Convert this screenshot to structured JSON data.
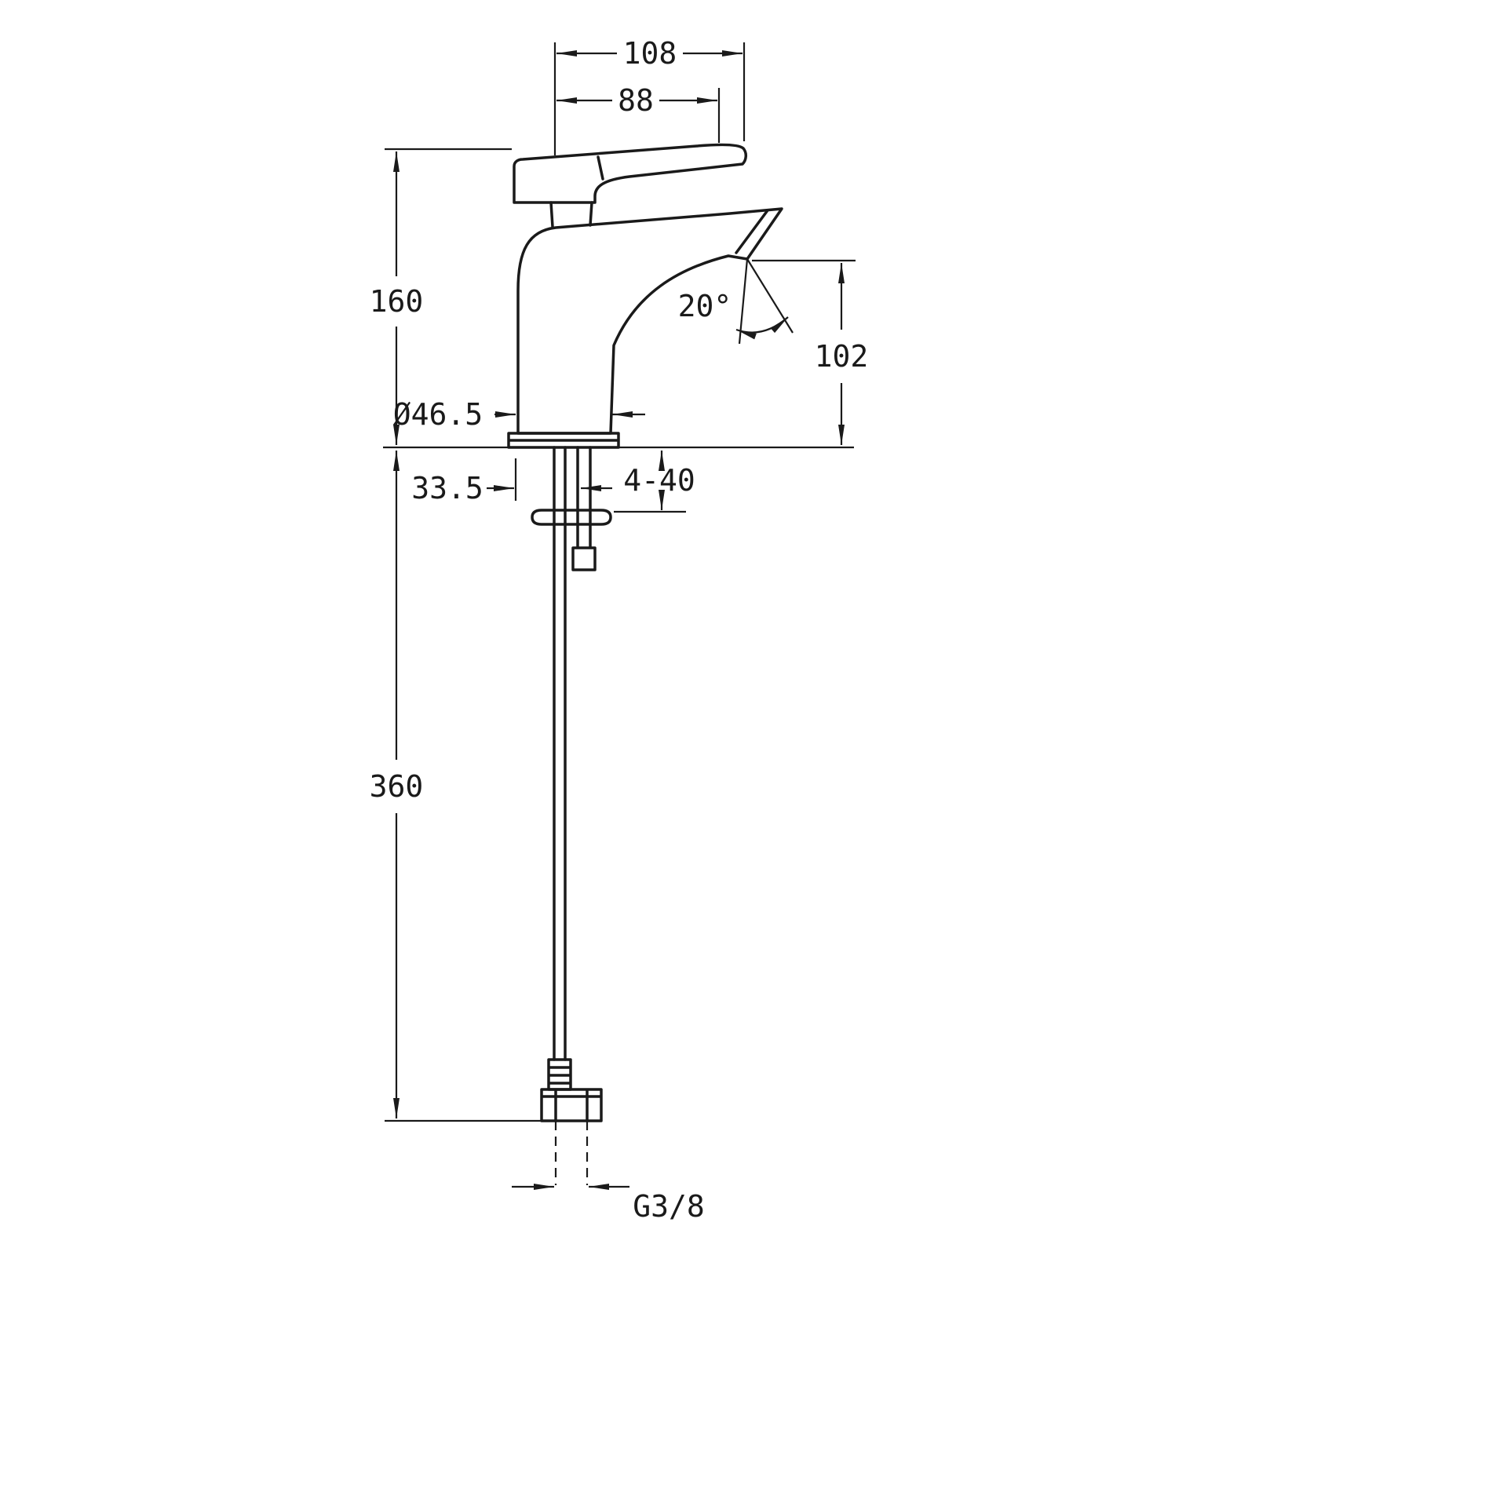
{
  "meta": {
    "drawing_type": "technical dimension drawing",
    "subject": "single-lever basin mixer faucet, side view",
    "background": "#ffffff",
    "line_color": "#1a1a1a"
  },
  "labels": {
    "total_projection": "108",
    "spout_reach": "88",
    "height_above_deck": "160",
    "spout_angle": "20°",
    "outlet_height": "102",
    "base_diameter": "Ø46.5",
    "base_offset": "33.5",
    "deck_thickness": "4-40",
    "hose_length": "360",
    "thread_size": "G3/8"
  }
}
